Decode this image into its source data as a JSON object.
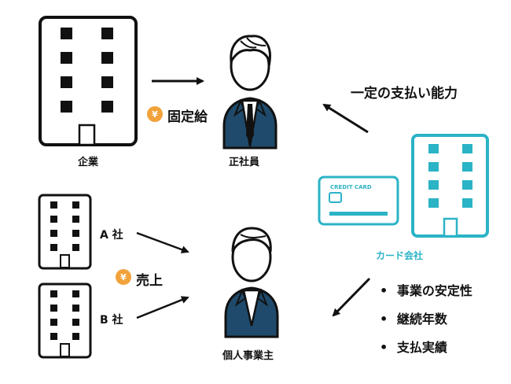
{
  "colors": {
    "ink": "#111111",
    "suit": "#1f4a6b",
    "card_accent": "#2bb3c6",
    "coin": "#f2a23b",
    "white": "#ffffff"
  },
  "labels": {
    "company": "企業",
    "employee": "正社員",
    "fixed_salary": "固定給",
    "coin_symbol": "¥",
    "ability": "一定の支払い能力",
    "card_company": "カード会社",
    "card_text": "CREDIT CARD",
    "company_a": "A 社",
    "company_b": "B 社",
    "sales": "売上",
    "sole_proprietor": "個人事業主",
    "criteria": [
      "事業の安定性",
      "継続年数",
      "支払実績"
    ],
    "bullet": "•"
  },
  "icons": {
    "building": "office-building-icon",
    "person": "person-in-suit-icon",
    "card": "credit-card-icon",
    "coin": "yen-coin-icon",
    "arrow": "arrow-icon"
  }
}
